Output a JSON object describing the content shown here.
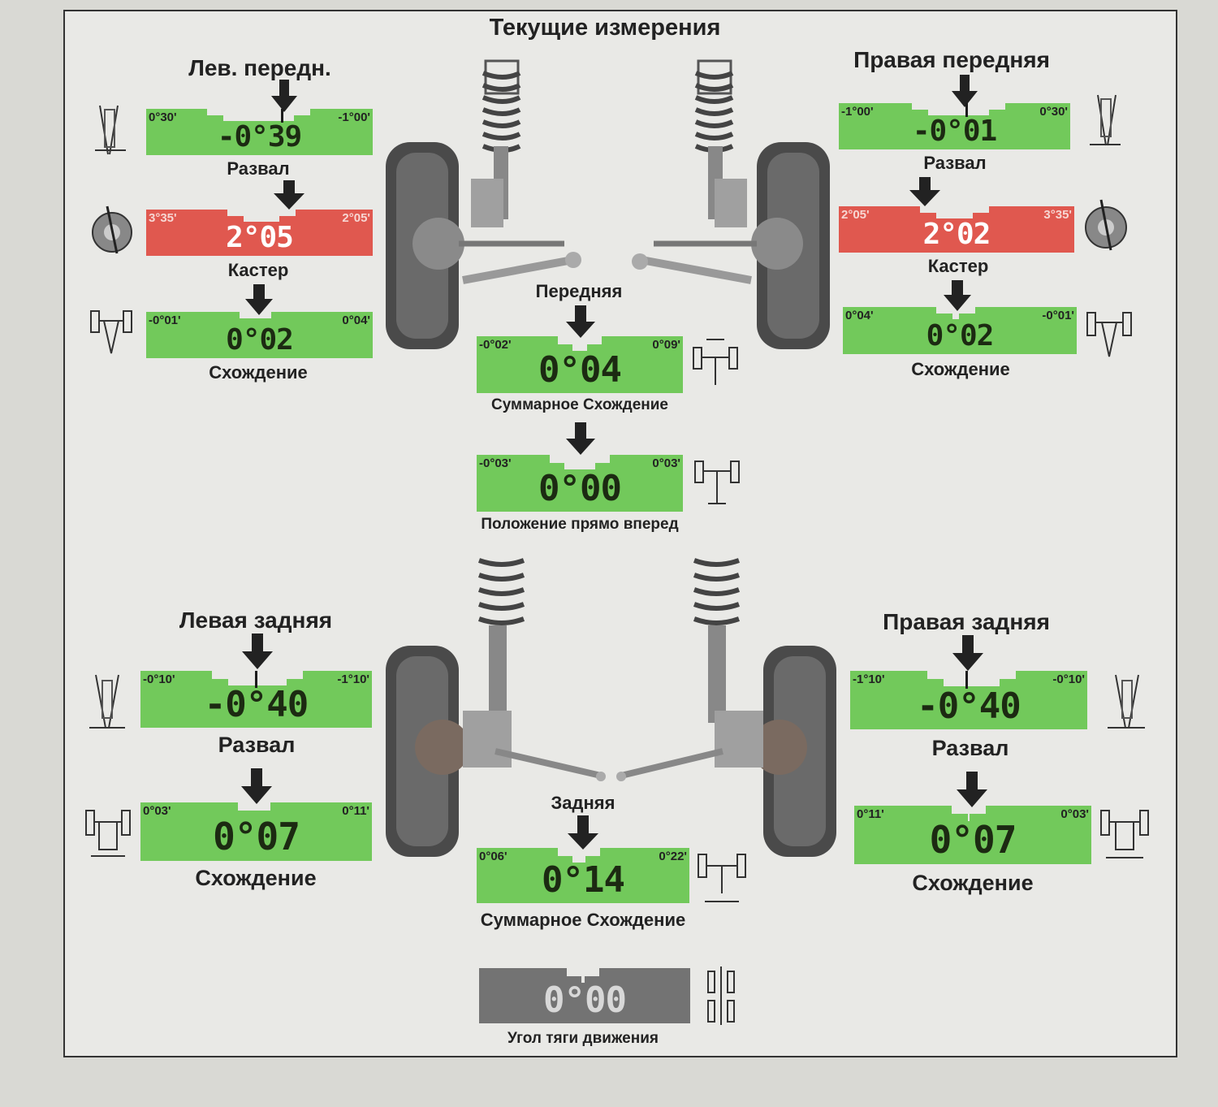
{
  "title": "Текущие измерения",
  "sections": {
    "left_front": "Лев. передн.",
    "right_front": "Правая передняя",
    "left_rear": "Левая задняя",
    "right_rear": "Правая задняя",
    "front_axle": "Передняя",
    "rear_axle": "Задняя"
  },
  "gauges": {
    "lf_camber": {
      "label": "Развал",
      "value": "-0°39",
      "min": "0°30'",
      "max": "-1°00'",
      "status": "ok"
    },
    "lf_caster": {
      "label": "Кастер",
      "value": "2°05",
      "min": "3°35'",
      "max": "2°05'",
      "status": "out"
    },
    "lf_toe": {
      "label": "Схождение",
      "value": "0°02",
      "min": "-0°01'",
      "max": "0°04'",
      "status": "ok"
    },
    "rf_camber": {
      "label": "Развал",
      "value": "-0°01",
      "min": "-1°00'",
      "max": "0°30'",
      "status": "ok"
    },
    "rf_caster": {
      "label": "Кастер",
      "value": "2°02",
      "min": "2°05'",
      "max": "3°35'",
      "status": "out"
    },
    "rf_toe": {
      "label": "Схождение",
      "value": "0°02",
      "min": "0°04'",
      "max": "-0°01'",
      "status": "ok"
    },
    "front_total_toe": {
      "label": "Суммарное Схождение",
      "value": "0°04",
      "min": "-0°02'",
      "max": "0°09'",
      "status": "ok"
    },
    "straight_ahead": {
      "label": "Положение прямо вперед",
      "value": "0°00",
      "min": "-0°03'",
      "max": "0°03'",
      "status": "ok"
    },
    "lr_camber": {
      "label": "Развал",
      "value": "-0°40",
      "min": "-0°10'",
      "max": "-1°10'",
      "status": "ok"
    },
    "lr_toe": {
      "label": "Схождение",
      "value": "0°07",
      "min": "0°03'",
      "max": "0°11'",
      "status": "ok"
    },
    "rr_camber": {
      "label": "Развал",
      "value": "-0°40",
      "min": "-1°10'",
      "max": "-0°10'",
      "status": "ok"
    },
    "rr_toe": {
      "label": "Схождение",
      "value": "0°07",
      "min": "0°11'",
      "max": "0°03'",
      "status": "ok"
    },
    "rear_total_toe": {
      "label": "Суммарное Схождение",
      "value": "0°14",
      "min": "0°06'",
      "max": "0°22'",
      "status": "ok"
    },
    "thrust_angle": {
      "label": "Угол тяги движения",
      "value": "0°00",
      "status": "neutral"
    }
  },
  "colors": {
    "ok": "#72c95b",
    "out": "#e0584f",
    "neutral": "#737373"
  },
  "icons": [
    "camber-icon",
    "caster-icon",
    "toe-icon",
    "total-toe-icon",
    "steering-icon",
    "thrust-icon",
    "front-suspension-image",
    "rear-suspension-image"
  ]
}
